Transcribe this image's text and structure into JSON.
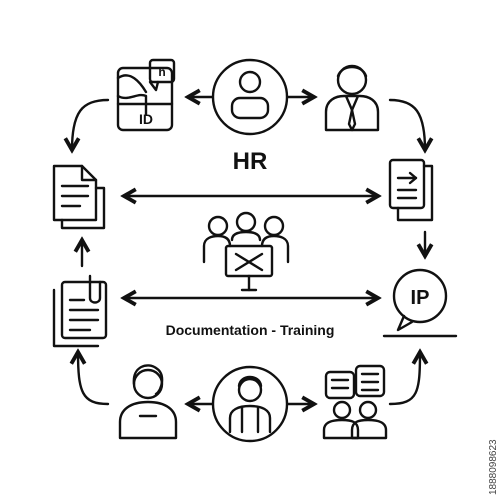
{
  "diagram": {
    "title": "HR",
    "subtitle": "Documentation - Training",
    "id_card_label": "ID",
    "id_card_tag": "h",
    "ip_label": "IP",
    "stock_id": "1888098623",
    "stroke_color": "#111111",
    "background_color": "#ffffff"
  },
  "nodes": [
    {
      "id": "id-card",
      "icon": "id-card-icon"
    },
    {
      "id": "candidate-profile",
      "icon": "candidate-profile-icon"
    },
    {
      "id": "employee",
      "icon": "employee-suit-icon"
    },
    {
      "id": "transfer-documents",
      "icon": "transfer-documents-icon"
    },
    {
      "id": "intellectual-property",
      "icon": "ip-badge-icon"
    },
    {
      "id": "team-discussion",
      "icon": "team-chat-icon"
    },
    {
      "id": "worker",
      "icon": "worker-profile-icon"
    },
    {
      "id": "female-staff",
      "icon": "female-staff-icon"
    },
    {
      "id": "document-clip",
      "icon": "clipped-document-icon"
    },
    {
      "id": "documents-stack",
      "icon": "documents-stack-icon"
    },
    {
      "id": "meeting",
      "icon": "meeting-presentation-icon"
    }
  ]
}
